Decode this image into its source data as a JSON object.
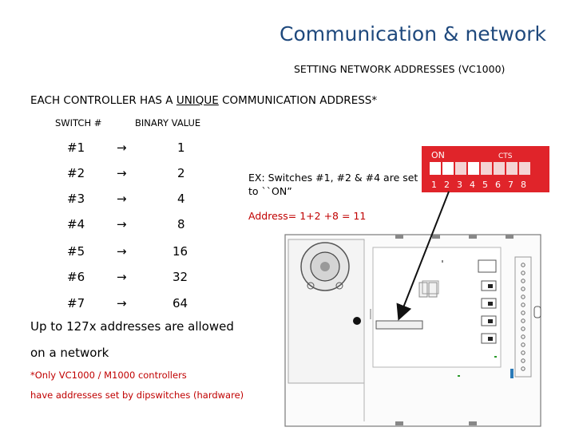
{
  "title": "Communication & network",
  "subtitle": "SETTING NETWORK ADDRESSES (VC1000)",
  "heading": {
    "before": "EACH CONTROLLER HAS A ",
    "underlined": "UNIQUE",
    "after": " COMMUNICATION ADDRESS*"
  },
  "table": {
    "col_switch": "SWITCH #",
    "col_binary": "BINARY VALUE",
    "arrow": "→",
    "rows": [
      {
        "switch": "#1",
        "value": "1"
      },
      {
        "switch": "#2",
        "value": "2"
      },
      {
        "switch": "#3",
        "value": "4"
      },
      {
        "switch": "#4",
        "value": "8"
      },
      {
        "switch": "#5",
        "value": "16"
      },
      {
        "switch": "#6",
        "value": "32"
      },
      {
        "switch": "#7",
        "value": "64"
      }
    ]
  },
  "example": "EX: Switches #1, #2 & #4 are set to ``ON”",
  "address": "Address= 1+2 +8 = 11",
  "limit_line1": "Up to 127x addresses are allowed",
  "limit_line2": "on a network",
  "note_line1": "*Only VC1000 / M1000 controllers",
  "note_line2": "have addresses set by dipswitches (hardware)",
  "dip": {
    "on_label": "ON",
    "brand": "CTS",
    "numbers": [
      "1",
      "2",
      "3",
      "4",
      "5",
      "6",
      "7",
      "8"
    ]
  },
  "colors": {
    "title": "#1f497d",
    "note": "#c00000",
    "dip_body": "#e0242a"
  }
}
